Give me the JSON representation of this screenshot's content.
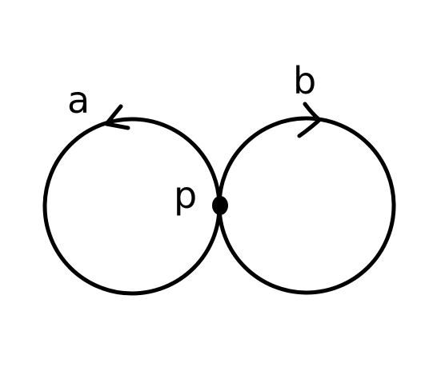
{
  "diagram": {
    "type": "wedge of two circles",
    "labels": {
      "loop_a": "a",
      "loop_b": "b",
      "basepoint": "p"
    },
    "loops": [
      {
        "name": "a",
        "orientation": "counterclockwise"
      },
      {
        "name": "b",
        "orientation": "clockwise"
      }
    ],
    "colors": {
      "ink": "#000000",
      "background": "#ffffff"
    }
  }
}
